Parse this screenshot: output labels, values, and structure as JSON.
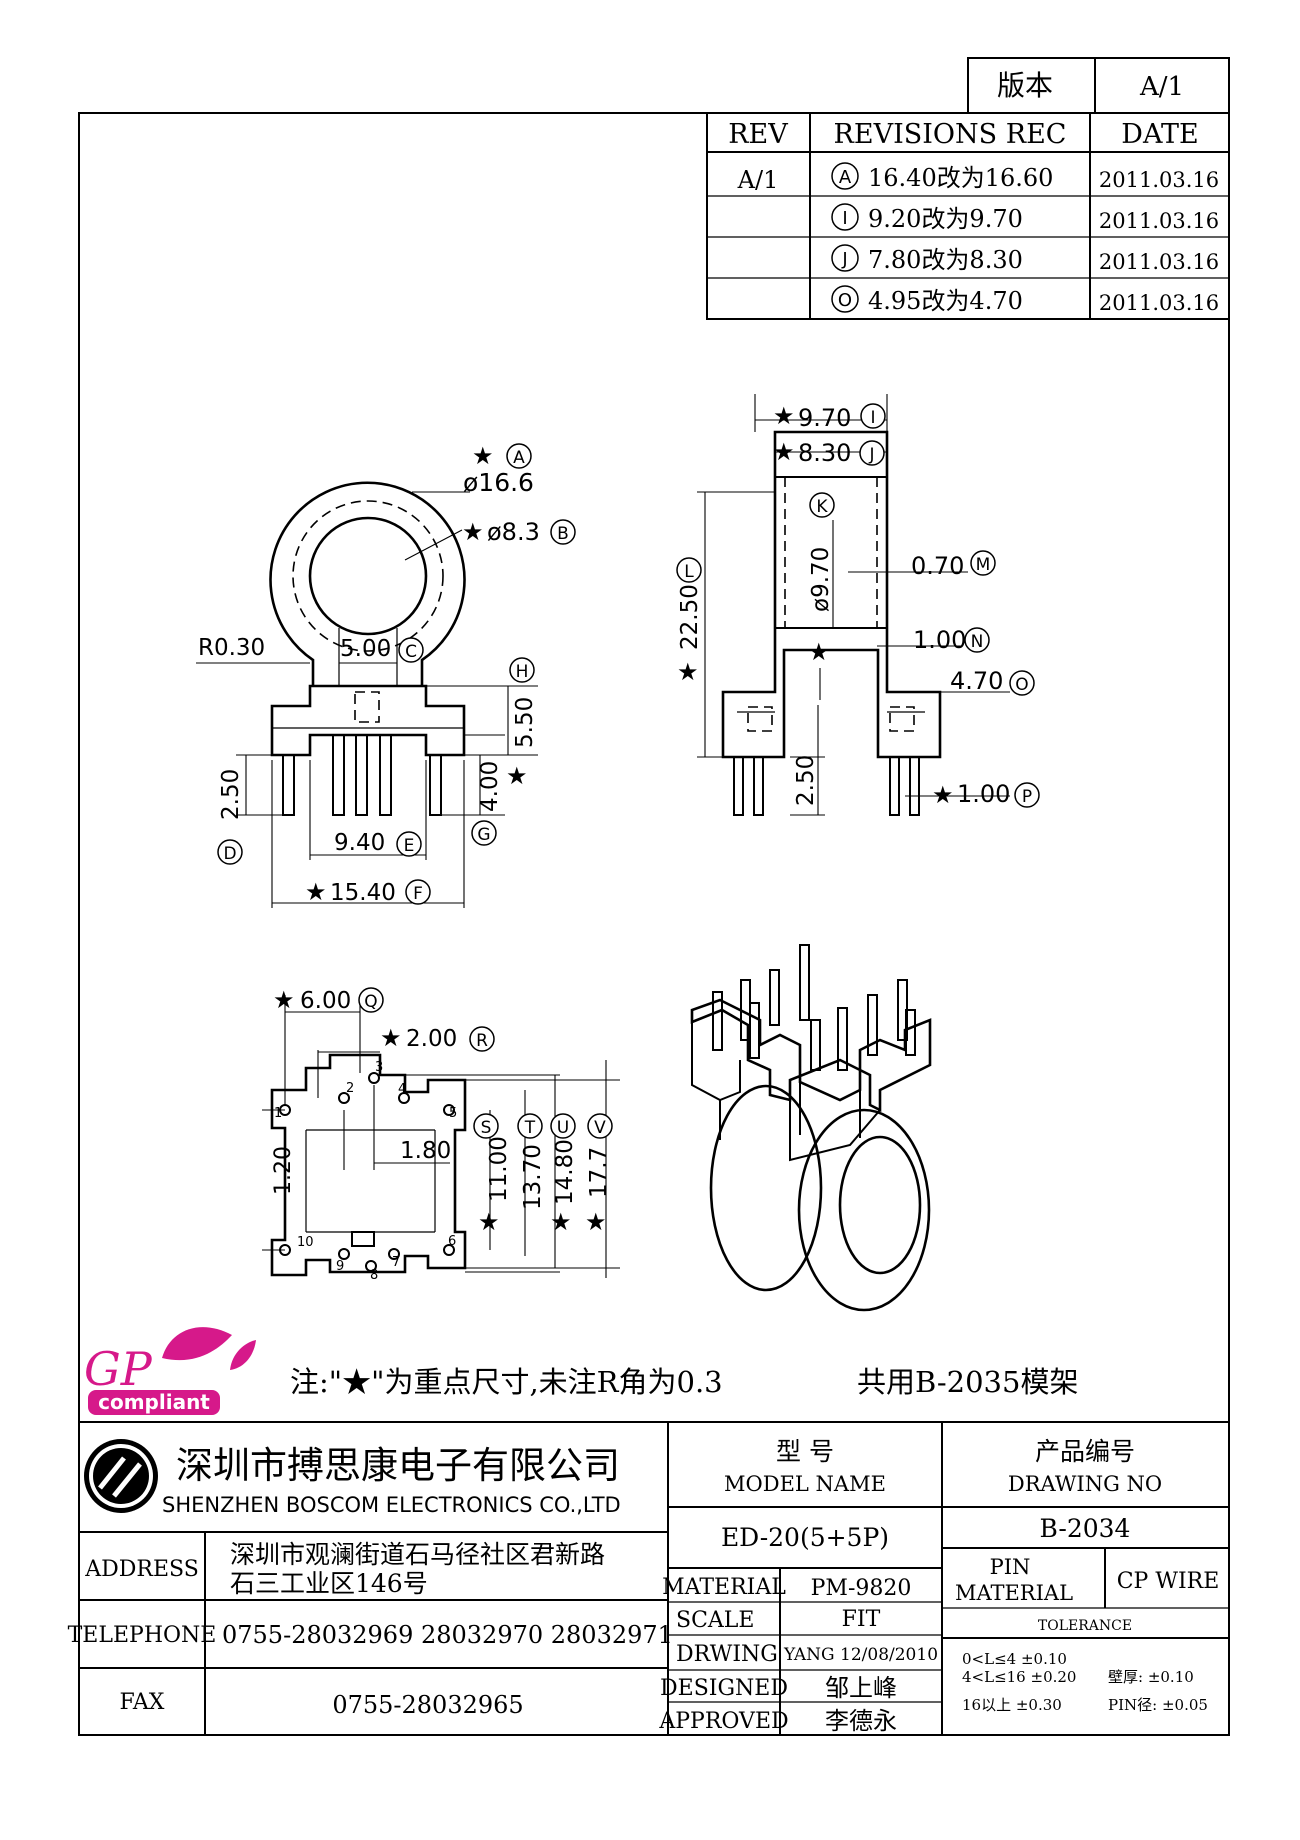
{
  "version_box": {
    "label": "版本",
    "value": "A/1"
  },
  "revisions": {
    "headers": {
      "rev": "REV",
      "rec": "REVISIONS REC",
      "date": "DATE"
    },
    "rev_id": "A/1",
    "rows": [
      {
        "mark": "A",
        "text": "16.40改为16.60",
        "date": "2011.03.16"
      },
      {
        "mark": "I",
        "text": "9.20改为9.70",
        "date": "2011.03.16"
      },
      {
        "mark": "J",
        "text": "7.80改为8.30",
        "date": "2011.03.16"
      },
      {
        "mark": "O",
        "text": "4.95改为4.70",
        "date": "2011.03.16"
      }
    ]
  },
  "front_view": {
    "dims": {
      "outer_dia": "ø16.6",
      "outer_mark": "A",
      "inner_dia": "ø8.3",
      "inner_mark": "B",
      "radius": "R0.30",
      "neck": "5.00",
      "neck_mark": "C",
      "pin_len": "2.50",
      "pin_len_mark": "D",
      "pin_span": "9.40",
      "pin_span_mark": "E",
      "base_width": "15.40",
      "base_width_mark": "F",
      "pin_height": "4.00",
      "pin_height_mark": "G",
      "base_height": "5.50",
      "base_height_mark": "H"
    }
  },
  "side_view": {
    "dims": {
      "top_outer": "9.70",
      "top_outer_mark": "I",
      "top_inner": "8.30",
      "top_inner_mark": "J",
      "core_mark": "K",
      "core_dia": "ø9.70",
      "height": "22.50",
      "height_mark": "L",
      "wall": "0.70",
      "wall_mark": "M",
      "flange": "1.00",
      "flange_mark": "N",
      "step": "4.70",
      "step_mark": "O",
      "pin_len": "2.50",
      "pin_dia": "1.00",
      "pin_dia_mark": "P"
    }
  },
  "bottom_view": {
    "dims": {
      "d1": "6.00",
      "d1_mark": "Q",
      "d2": "2.00",
      "d2_mark": "R",
      "d3": "1.80",
      "d4": "1.20",
      "d5": "11.00",
      "d5_mark": "S",
      "d6": "13.70",
      "d6_mark": "T",
      "d7": "14.80",
      "d7_mark": "U",
      "d8": "17.7",
      "d8_mark": "V"
    },
    "pins": [
      "1",
      "2",
      "3",
      "4",
      "5",
      "6",
      "7",
      "8",
      "9",
      "10"
    ]
  },
  "star": "★",
  "logo": {
    "letters": "GP",
    "word": "compliant",
    "color": "#d6198a"
  },
  "note": {
    "text": "注:\"★\"为重点尺寸,未注R角为0.3",
    "shared": "共用B-2035模架"
  },
  "company": {
    "cn": "深圳市搏思康电子有限公司",
    "en": "SHENZHEN BOSCOM ELECTRONICS CO.,LTD"
  },
  "title_block": {
    "model_name_cn": "型  号",
    "model_name_en": "MODEL NAME",
    "model_value": "ED-20(5+5P)",
    "drawing_no_cn": "产品编号",
    "drawing_no_en": "DRAWING NO",
    "drawing_no_value": "B-2034",
    "address_label": "ADDRESS",
    "address_line1": "深圳市观澜街道石马径社区君新路",
    "address_line2": "石三工业区146号",
    "telephone_label": "TELEPHONE",
    "telephone_value": "0755-28032969 28032970 28032971",
    "fax_label": "FAX",
    "fax_value": "0755-28032965",
    "material_label": "MATERIAL",
    "material_value": "PM-9820",
    "scale_label": "SCALE",
    "scale_value": "FIT",
    "drawing_label": "DRWING",
    "drawing_value": "YANG 12/08/2010",
    "designed_label": "DESIGNED",
    "designed_value": "邹上峰",
    "approved_label": "APPROVED",
    "approved_value": "李德永",
    "pin_material_label1": "PIN",
    "pin_material_label2": "MATERIAL",
    "pin_material_value": "CP WIRE",
    "tolerance_label": "TOLERANCE",
    "tol1": "0<L≤4 ±0.10",
    "tol2": "4<L≤16 ±0.20",
    "tol3": "16以上   ±0.30",
    "wall_label": "壁厚: ±0.10",
    "pin_dia_label": "PIN径: ±0.05"
  }
}
